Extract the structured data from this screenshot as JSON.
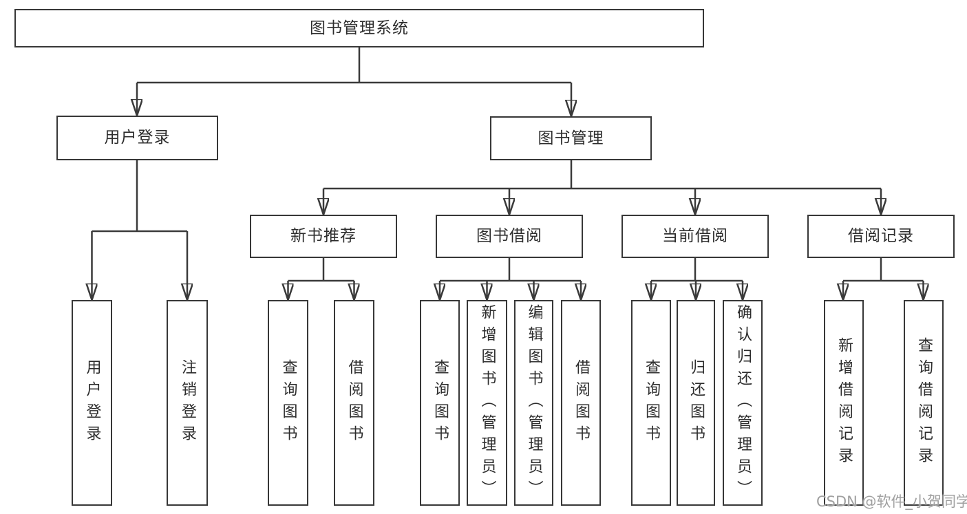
{
  "diagram_title": "图书管理系统",
  "nodes": {
    "root": "图书管理系统",
    "l2": [
      "用户登录",
      "图书管理"
    ],
    "l3": [
      "新书推荐",
      "图书借阅",
      "当前借阅",
      "借阅记录"
    ],
    "leaves": [
      "用户登录",
      "注销登录",
      "查询图书",
      "借阅图书",
      "查询图书",
      "新增图书（管理员）",
      "编辑图书（管理员）",
      "借阅图书",
      "查询图书",
      "归还图书",
      "确认归还（管理员）",
      "新增借阅记录",
      "查询借阅记录"
    ]
  },
  "hierarchy": {
    "图书管理系统": [
      "用户登录",
      "图书管理"
    ],
    "用户登录": [
      "用户登录",
      "注销登录"
    ],
    "图书管理": [
      "新书推荐",
      "图书借阅",
      "当前借阅",
      "借阅记录"
    ],
    "新书推荐": [
      "查询图书",
      "借阅图书"
    ],
    "图书借阅": [
      "查询图书",
      "新增图书（管理员）",
      "编辑图书（管理员）",
      "借阅图书"
    ],
    "当前借阅": [
      "查询图书",
      "归还图书",
      "确认归还（管理员）"
    ],
    "借阅记录": [
      "新增借阅记录",
      "查询借阅记录"
    ]
  },
  "colors": {
    "line": "#3a3a3a",
    "border": "#373737",
    "text": "#2d2d2d",
    "background": "#ffffff",
    "watermark": "#a0a0a0"
  },
  "watermark": {
    "text": "CSDN @软件_小贺同学"
  }
}
